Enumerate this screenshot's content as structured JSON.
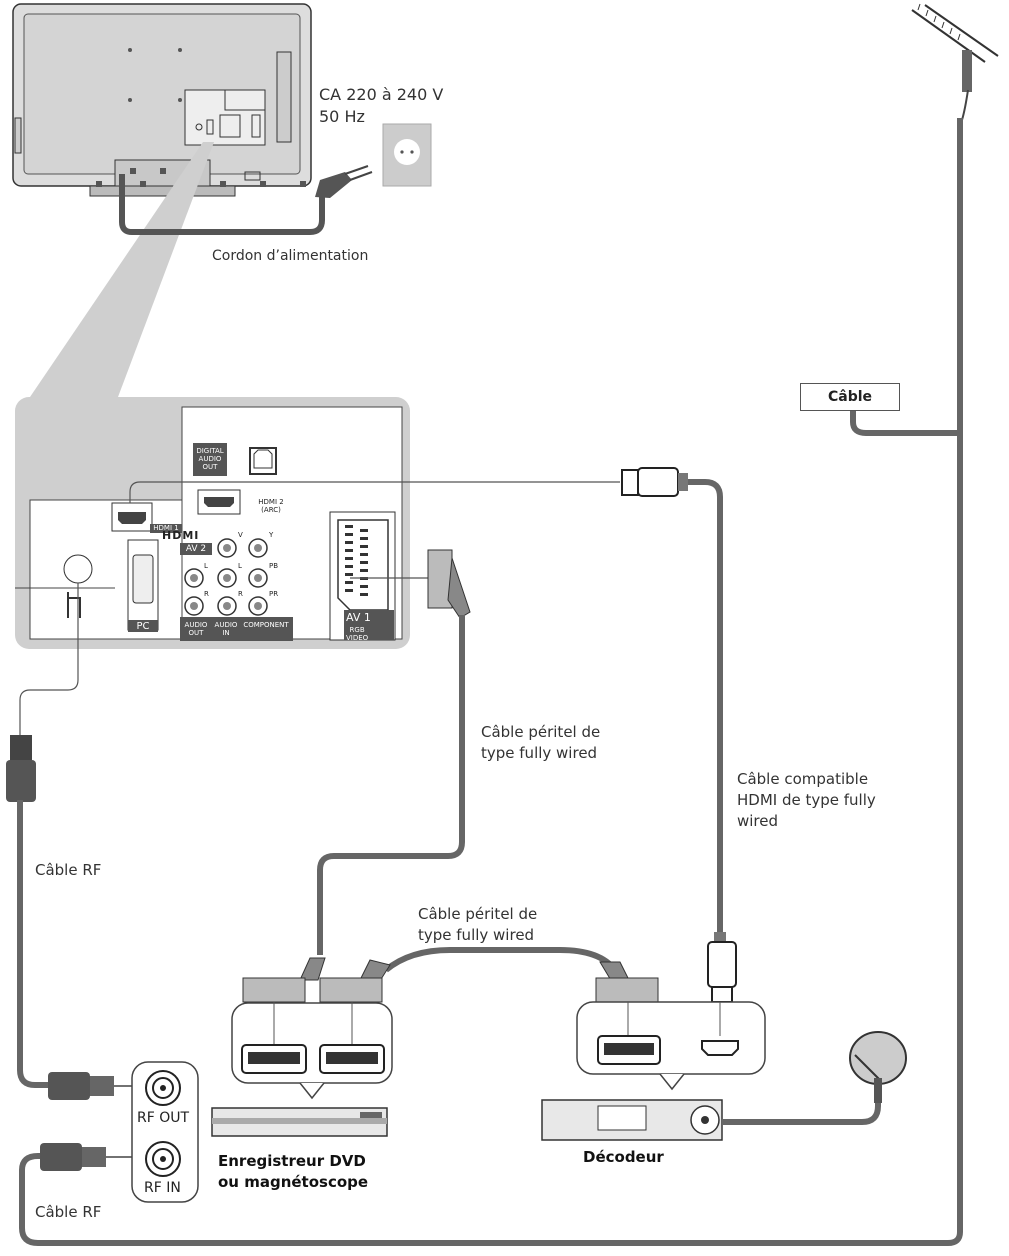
{
  "power": {
    "voltage": "CA 220 à 240 V",
    "frequency": "50 Hz",
    "cord": "Cordon d’alimentation"
  },
  "antenna_label": "Câble",
  "panel": {
    "digital_audio_out": [
      "DIGITAL",
      "AUDIO",
      "OUT"
    ],
    "hdmi1": "HDMI 1",
    "hdmi2": "HDMI 2",
    "hdmi2_arc": "(ARC)",
    "hdmi_logo": "HDMI",
    "av2": "AV 2",
    "audio_out": [
      "AUDIO",
      "OUT"
    ],
    "audio_in": [
      "AUDIO",
      "IN"
    ],
    "component": "COMPONENT",
    "pc": "PC",
    "av1": "AV 1",
    "av1_sub": [
      "RGB",
      "VIDEO"
    ],
    "jack_v": "V",
    "jack_l": "L",
    "jack_r": "R",
    "jack_y": "Y",
    "jack_pb": "PB",
    "jack_pr": "PR"
  },
  "cables": {
    "scart1": [
      "Câble péritel de",
      "type fully wired"
    ],
    "hdmi": [
      "Câble compatible",
      "HDMI de type fully",
      "wired"
    ],
    "scart2": [
      "Câble péritel de",
      "type fully wired"
    ],
    "rf1": "Câble RF",
    "rf2": "Câble RF"
  },
  "devices": {
    "recorder": [
      "Enregistreur DVD",
      "ou magnétoscope"
    ],
    "decoder": "Décodeur",
    "rf_out": "RF OUT",
    "rf_in": "RF IN"
  }
}
